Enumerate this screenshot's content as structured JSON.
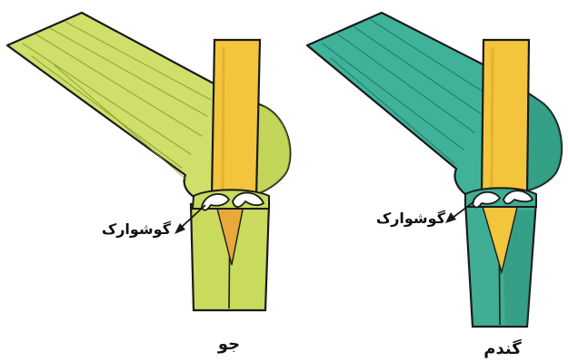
{
  "barley": {
    "name": "جو",
    "auricle_label": "گوشوارک"
  },
  "wheat": {
    "name": "گندم",
    "auricle_label": "گوشوارک"
  },
  "colors": {
    "barley_leaf": "#cfdf6a",
    "barley_leaf_dark": "#a9bf3f",
    "barley_sheath": "#c9da5c",
    "wheat_leaf": "#3fb39a",
    "wheat_leaf_dark": "#278a73",
    "wheat_sheath": "#40ad95",
    "stem": "#f2c53d",
    "stem_dark": "#e0a92a",
    "ligule": "#e8a83a",
    "auricle": "#ffffff",
    "outline": "#1a1a1a"
  }
}
